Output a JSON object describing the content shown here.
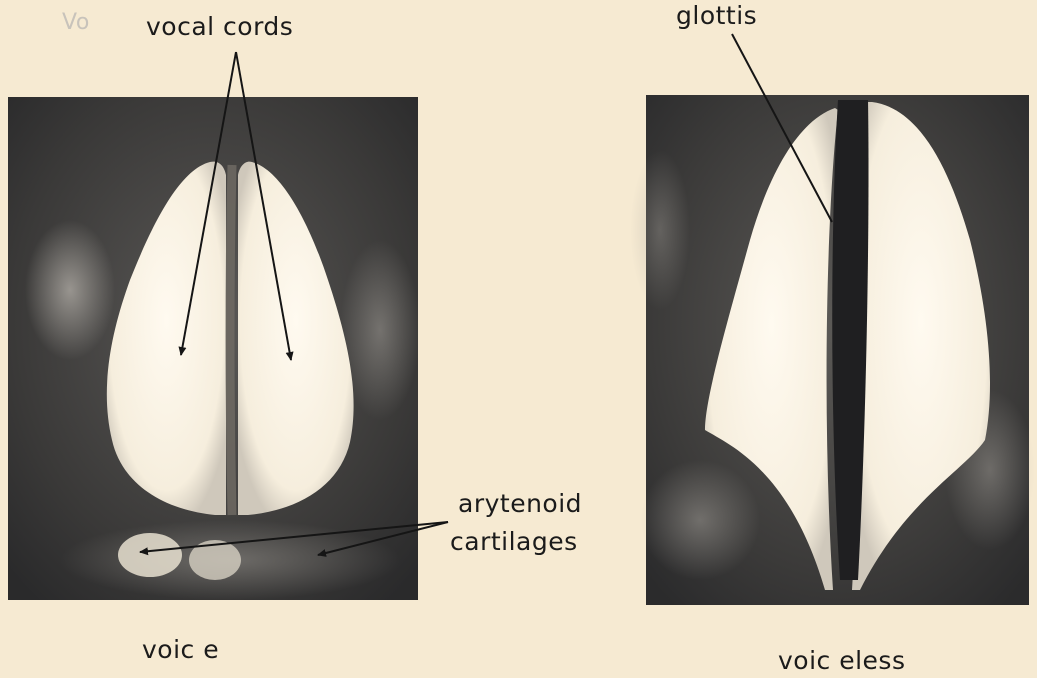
{
  "labels": {
    "faint_heading": "Vo",
    "vocal_cords": "vocal cords",
    "glottis": "glottis",
    "arytenoid_line1": "arytenoid",
    "arytenoid_line2": "cartilages",
    "caption_left": "voic e",
    "caption_right": "voic eless"
  },
  "colors": {
    "paper": "#f6ead2",
    "shading_dark": "#2e2e30",
    "shading_mid": "#6d6b68",
    "highlight": "#fbf5e8",
    "ink": "#151515"
  }
}
